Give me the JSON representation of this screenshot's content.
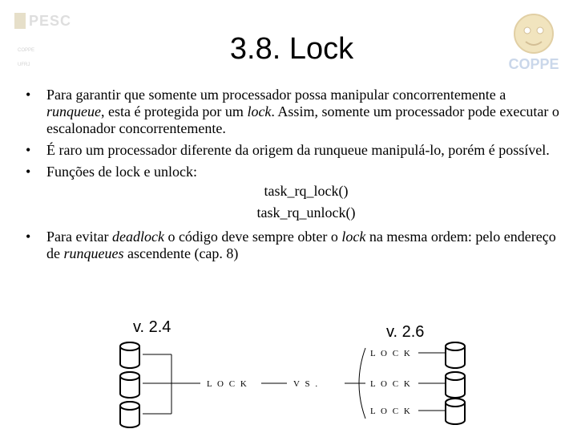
{
  "header": {
    "logo_left": {
      "name": "PESC",
      "line1": "COPPE",
      "line2": "UFRJ"
    },
    "logo_right": {
      "text": "COPPE"
    }
  },
  "title": "3.8. Lock",
  "bullets": [
    {
      "parts": [
        {
          "t": "Para garantir que somente um processador possa manipular concorrentemente a ",
          "i": false
        },
        {
          "t": "runqueue",
          "i": true
        },
        {
          "t": ", esta é protegida por um ",
          "i": false
        },
        {
          "t": "lock",
          "i": true
        },
        {
          "t": ". Assim, somente um processador pode executar o escalonador concorrentemente.",
          "i": false
        }
      ]
    },
    {
      "parts": [
        {
          "t": "É raro um processador diferente da origem da runqueue manipulá-lo, porém é possível.",
          "i": false
        }
      ]
    },
    {
      "parts": [
        {
          "t": "Funções de lock e unlock:",
          "i": false
        }
      ],
      "code": [
        "task_rq_lock()",
        "task_rq_unlock()"
      ]
    },
    {
      "parts": [
        {
          "t": "Para evitar ",
          "i": false
        },
        {
          "t": "deadlock",
          "i": true
        },
        {
          "t": " o código deve sempre obter o ",
          "i": false
        },
        {
          "t": "lock",
          "i": true
        },
        {
          "t": " na mesma ordem: pelo endereço de ",
          "i": false
        },
        {
          "t": "runqueues",
          "i": true
        },
        {
          "t": " ascendente (cap. 8)",
          "i": false
        }
      ]
    }
  ],
  "bullet_symbol": "•",
  "diagram": {
    "left_version": "v. 2.4",
    "right_version": "v. 2.6",
    "left_lock_label": "L O C K",
    "vs_label": "V S .",
    "right_lock_labels": [
      "L O C K",
      "L O C K",
      "L O C K"
    ]
  }
}
